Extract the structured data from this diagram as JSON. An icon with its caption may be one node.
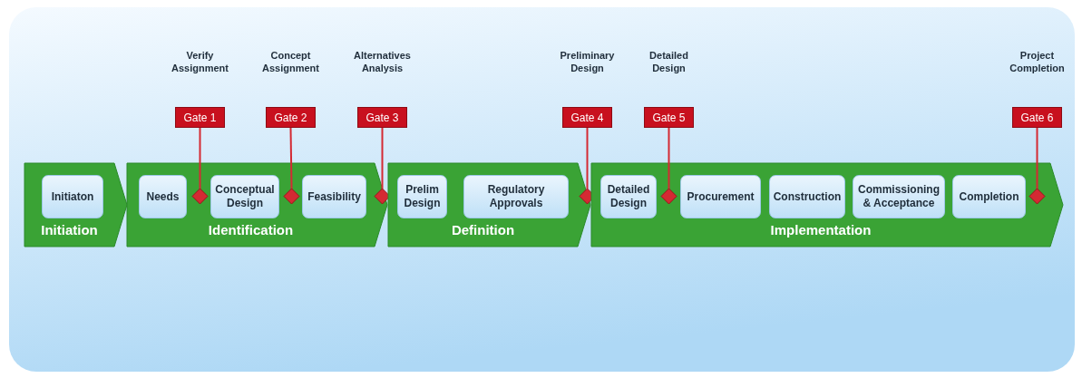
{
  "diagram": {
    "nodes": [
      {
        "text": [
          "Initiation"
        ]
      },
      {
        "text": [
          "Initiaton"
        ],
        "in": 0
      },
      {
        "text": [
          "Identification"
        ]
      },
      {
        "text": [
          "Needs"
        ],
        "in": 2
      },
      {
        "text": [],
        "shape": "diamond",
        "in": 2
      },
      {
        "text": [
          "Conceptual Design"
        ],
        "in": 2
      },
      {
        "text": [],
        "shape": "diamond",
        "in": 2
      },
      {
        "text": [
          "Feasibility"
        ],
        "in": 2
      },
      {
        "text": [],
        "shape": "diamond"
      },
      {
        "text": [
          "Definition"
        ]
      },
      {
        "text": [
          "Prelim Design"
        ],
        "in": 9
      },
      {
        "text": [
          "Regulatory Approvals"
        ],
        "in": 9
      },
      {
        "text": [],
        "shape": "diamond"
      },
      {
        "text": [
          "Implementation"
        ]
      },
      {
        "text": [
          "Detailed Design"
        ],
        "in": 13
      },
      {
        "text": [],
        "shape": "diamond",
        "in": 13
      },
      {
        "text": [
          "Procurement"
        ],
        "in": 13
      },
      {
        "text": [
          "Construction"
        ],
        "in": 13
      },
      {
        "text": [
          "Commissioning & Acceptance"
        ],
        "in": 13
      },
      {
        "text": [
          "Completion"
        ],
        "in": 13
      },
      {
        "text": [],
        "shape": "diamond",
        "in": 13
      },
      {
        "text": [
          "Gate 1"
        ],
        "beside": [
          "Verify Assignment"
        ]
      },
      {
        "text": [
          "Gate 2"
        ],
        "beside": [
          "Concept Assignment"
        ]
      },
      {
        "text": [
          "Gate 3"
        ],
        "beside": [
          "Alternatives Analysis"
        ]
      },
      {
        "text": [
          "Gate 4"
        ],
        "beside": [
          "Preliminary Design"
        ]
      },
      {
        "text": [
          "Gate 5"
        ],
        "beside": [
          "Detailed Design"
        ]
      },
      {
        "text": [
          "Gate 6"
        ],
        "beside": [
          "Project Completion"
        ]
      }
    ],
    "edges": [
      {
        "from": 21,
        "to": 4,
        "arrow": "none"
      },
      {
        "from": 22,
        "to": 6,
        "arrow": "none"
      },
      {
        "from": 23,
        "to": 8,
        "arrow": "none"
      },
      {
        "from": 24,
        "to": 12,
        "arrow": "none"
      },
      {
        "from": 25,
        "to": 15,
        "arrow": "none"
      },
      {
        "from": 26,
        "to": 20,
        "arrow": "none"
      }
    ]
  }
}
